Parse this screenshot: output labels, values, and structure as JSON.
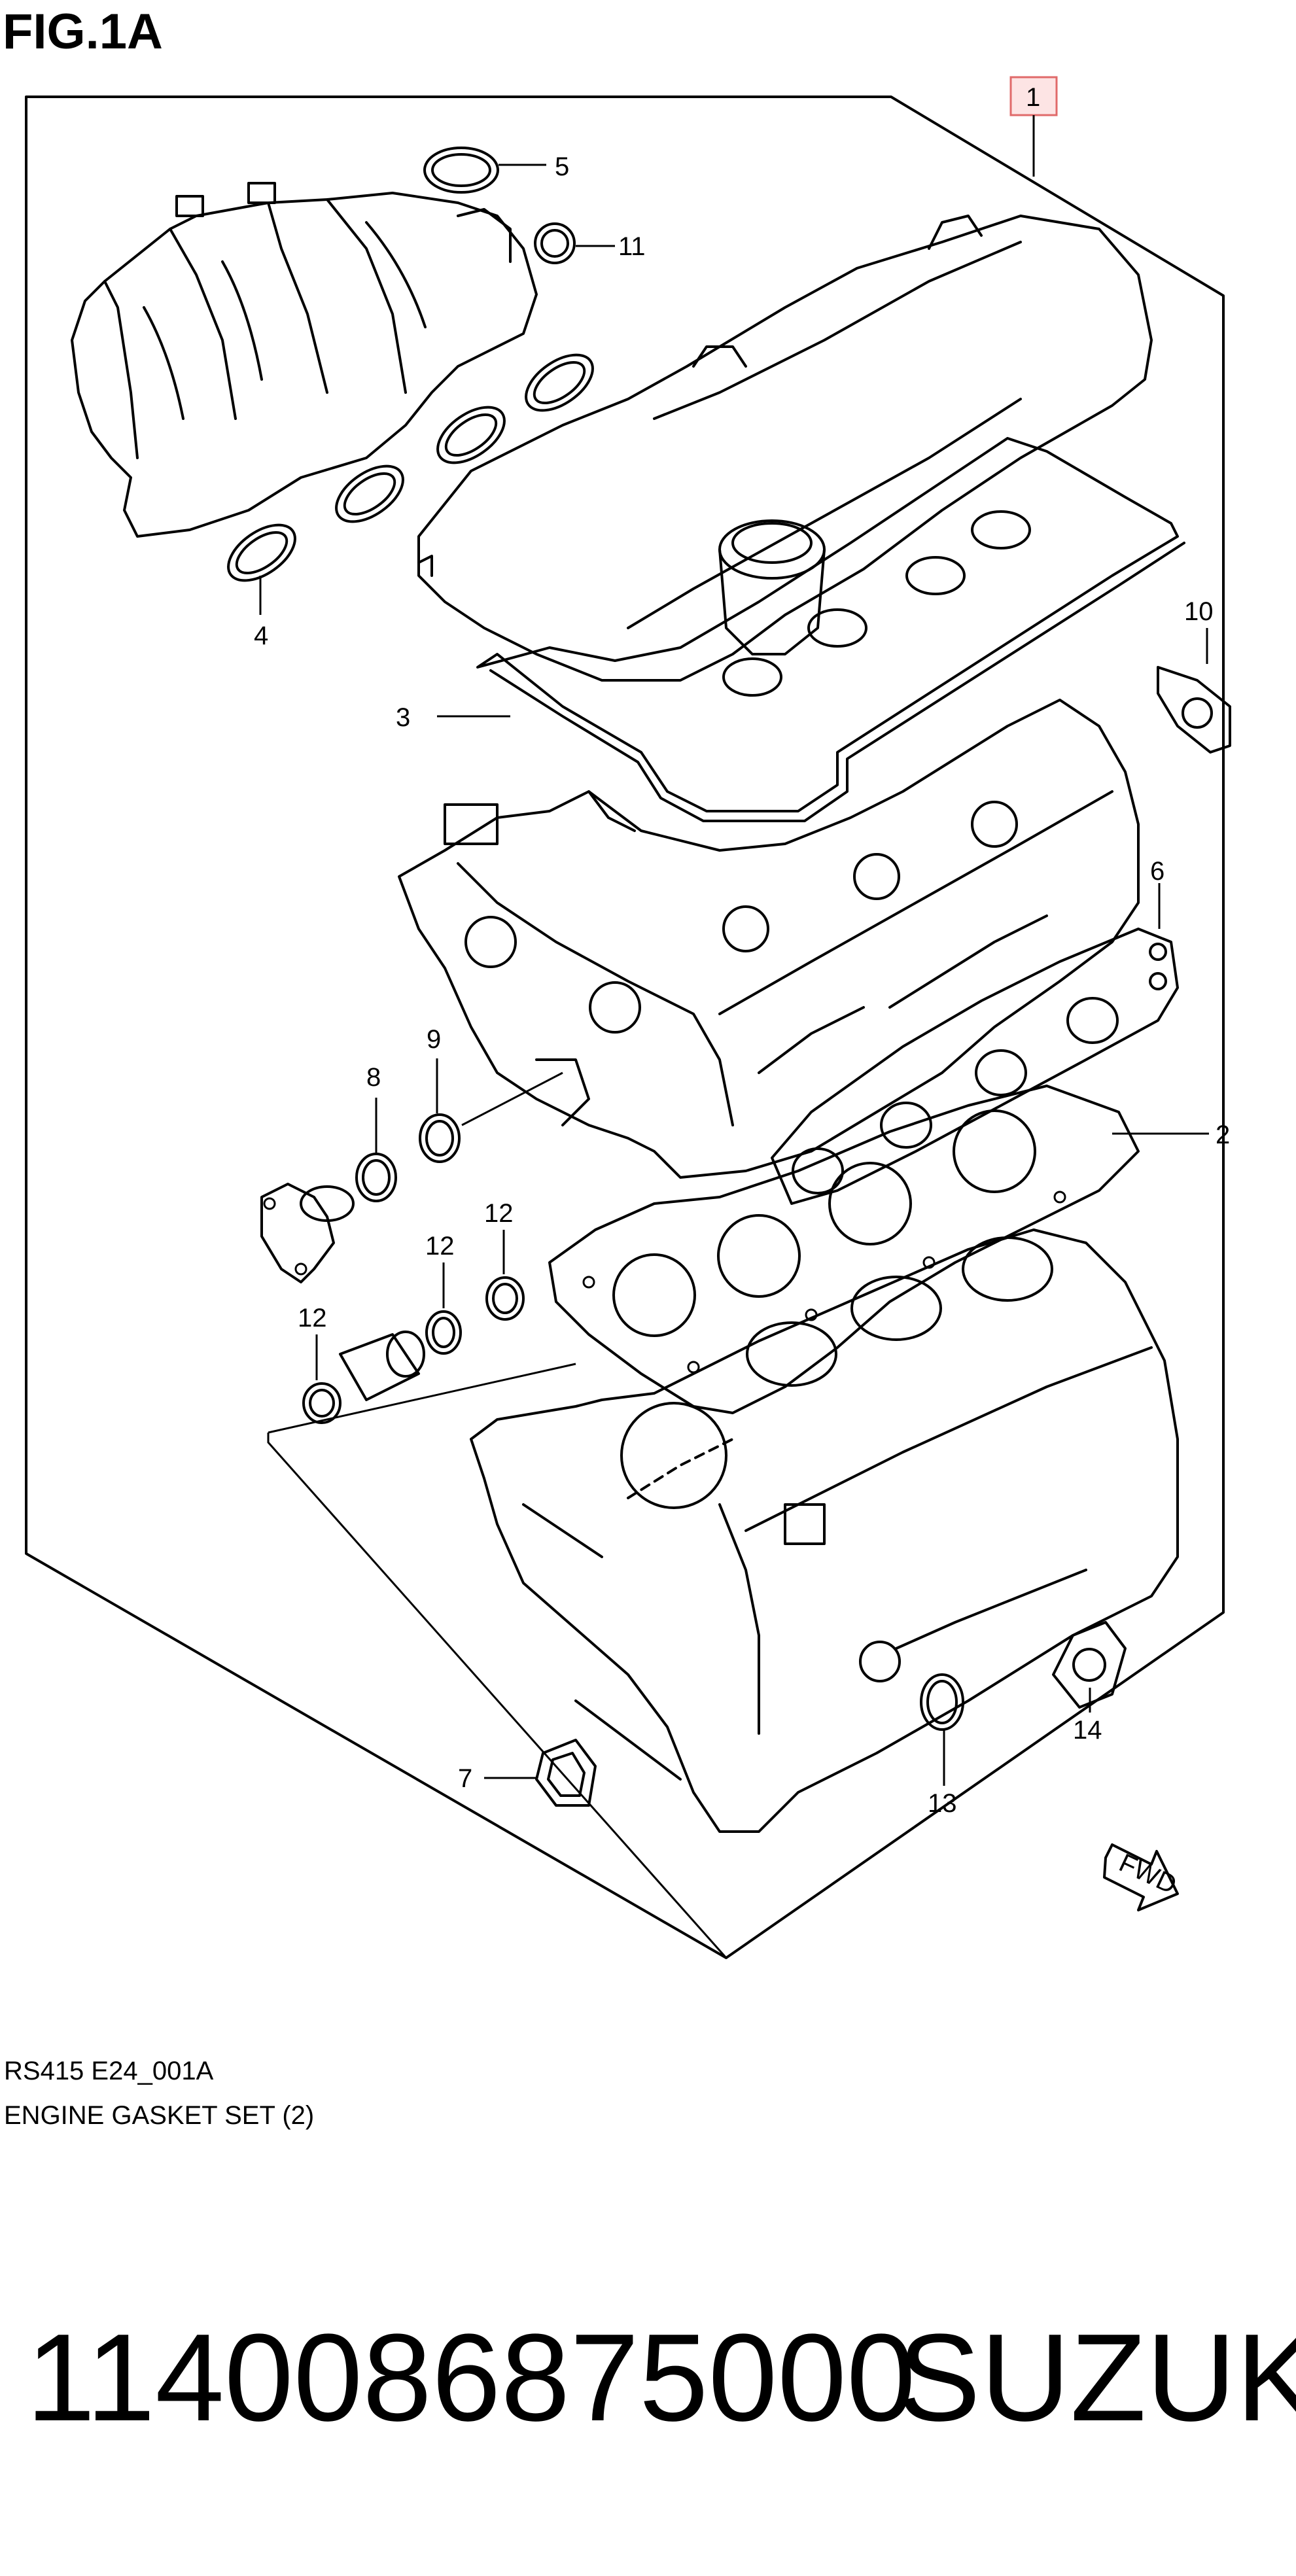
{
  "figure": {
    "title": "FIG.1A",
    "reference_code": "RS415 E24_001A",
    "caption": "ENGINE GASKET SET (2)"
  },
  "callouts": [
    "1",
    "2",
    "3",
    "4",
    "5",
    "6",
    "7",
    "8",
    "9",
    "10",
    "11",
    "12",
    "12",
    "12",
    "13",
    "14"
  ],
  "fwd_label": "FWD",
  "footer": {
    "part_number": "1140086875000",
    "brand": "SUZUKI"
  },
  "colors": {
    "line": "#000000",
    "callout_box_fill": "#fde4e4",
    "callout_box_stroke": "#e06a6a",
    "background": "#ffffff"
  }
}
